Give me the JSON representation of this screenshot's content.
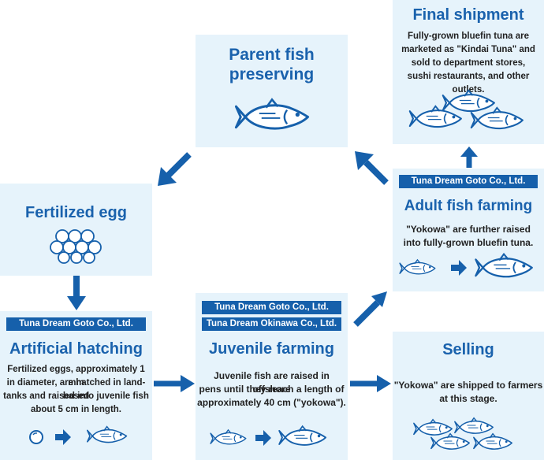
{
  "parent": {
    "title_line1": "Parent fish",
    "title_line2": "preserving",
    "icon": "tuna-icon"
  },
  "final": {
    "title": "Final shipment",
    "desc_line1": "Fully-grown bluefin tuna are",
    "desc_line2": "marketed as \"Kindai Tuna\" and",
    "desc_line3": "sold to department stores,",
    "desc_line4": "sushi restaurants, and other outlets.",
    "icon": "tuna-school-icon"
  },
  "egg": {
    "title": "Fertilized egg",
    "icon": "egg-cluster-icon"
  },
  "adult": {
    "company": "Tuna Dream Goto Co., Ltd.",
    "title": "Adult fish farming",
    "desc_line1": "\"Yokowa\" are further raised",
    "desc_line2": "into fully-grown bluefin tuna.",
    "icon": "small-to-large-fish-icon"
  },
  "hatch": {
    "company": "Tuna Dream Goto Co., Ltd.",
    "title": "Artificial hatching",
    "desc_line1": "Fertilized eggs, approximately 1 mm",
    "desc_line2": "in diameter, are hatched in land-based",
    "desc_line3": "tanks and raised into juvenile fish",
    "desc_line4": "about 5 cm in length.",
    "icon": "egg-to-fish-icon"
  },
  "juvenile": {
    "company1": "Tuna Dream Goto Co., Ltd.",
    "company2": "Tuna Dream Okinawa Co., Ltd.",
    "title": "Juvenile farming",
    "desc_line1": "Juvenile fish are raised in offshore",
    "desc_line2": "pens until they reach a length of",
    "desc_line3": "approximately 40 cm (\"yokowa\").",
    "icon": "fish-growth-icon"
  },
  "selling": {
    "title": "Selling",
    "desc_line1": "\"Yokowa\" are shipped to farmers",
    "desc_line2": "at this stage.",
    "icon": "fish-school-icon"
  },
  "colors": {
    "box_bg": "#e6f3fb",
    "accent": "#1660ab",
    "title": "#1a62ad"
  }
}
